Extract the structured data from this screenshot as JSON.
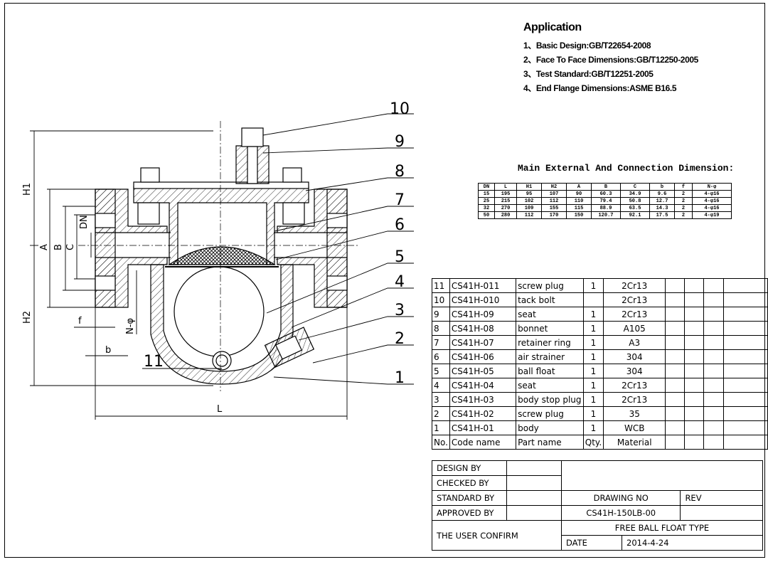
{
  "application": {
    "title": "Application",
    "items": [
      "1、Basic Design:GB/T22654-2008",
      "2、Face To Face Dimensions:GB/T12250-2005",
      "3、Test Standard:GB/T12251-2005",
      "4、End Flange Dimensions:ASME B16.5"
    ]
  },
  "dimension_table": {
    "title": "Main External And Connection Dimension:",
    "headers": [
      "DN",
      "L",
      "H1",
      "H2",
      "A",
      "B",
      "C",
      "b",
      "f",
      "N-φ"
    ],
    "rows": [
      [
        "15",
        "195",
        "95",
        "107",
        "90",
        "60.3",
        "34.9",
        "9.6",
        "2",
        "4-φ16"
      ],
      [
        "25",
        "215",
        "102",
        "112",
        "110",
        "79.4",
        "50.8",
        "12.7",
        "2",
        "4-φ16"
      ],
      [
        "32",
        "270",
        "109",
        "155",
        "115",
        "88.9",
        "63.5",
        "14.3",
        "2",
        "4-φ16"
      ],
      [
        "50",
        "280",
        "112",
        "170",
        "150",
        "120.7",
        "92.1",
        "17.5",
        "2",
        "4-φ19"
      ]
    ]
  },
  "parts": {
    "rows": [
      [
        "11",
        "CS41H-011",
        "screw plug",
        "1",
        "2Cr13"
      ],
      [
        "10",
        "CS41H-010",
        "tack bolt",
        "",
        "2Cr13"
      ],
      [
        "9",
        "CS41H-09",
        "seat",
        "1",
        "2Cr13"
      ],
      [
        "8",
        "CS41H-08",
        "bonnet",
        "1",
        "A105"
      ],
      [
        "7",
        "CS41H-07",
        "retainer ring",
        "1",
        "A3"
      ],
      [
        "6",
        "CS41H-06",
        "air strainer",
        "1",
        "304"
      ],
      [
        "5",
        "CS41H-05",
        "ball float",
        "1",
        "304"
      ],
      [
        "4",
        "CS41H-04",
        "seat",
        "1",
        "2Cr13"
      ],
      [
        "3",
        "CS41H-03",
        "body stop plug",
        "1",
        "2Cr13"
      ],
      [
        "2",
        "CS41H-02",
        "screw plug",
        "1",
        "35"
      ],
      [
        "1",
        "CS41H-01",
        "body",
        "1",
        "WCB"
      ]
    ],
    "header": [
      "No.",
      "Code name",
      "Part name",
      "Qty.",
      "Material"
    ]
  },
  "title_block": {
    "design_by": "DESIGN    BY",
    "checked_by": "CHECKED    BY",
    "standard_by": "STANDARD BY",
    "approved_by": "APPROVED BY",
    "user_confirm": "THE USER CONFIRM",
    "drawing_no_label": "DRAWING NO",
    "rev_label": "REV",
    "drawing_no": "CS41H-150LB-00",
    "type": "FREE BALL FLOAT TYPE",
    "date_label": "DATE",
    "date": "2014-4-24"
  },
  "drawing": {
    "callouts": [
      "1",
      "2",
      "3",
      "4",
      "5",
      "6",
      "7",
      "8",
      "9",
      "10",
      "11"
    ],
    "dim_labels": [
      "H1",
      "H2",
      "A",
      "B",
      "C",
      "DN",
      "N-φ",
      "f",
      "b",
      "L"
    ]
  }
}
